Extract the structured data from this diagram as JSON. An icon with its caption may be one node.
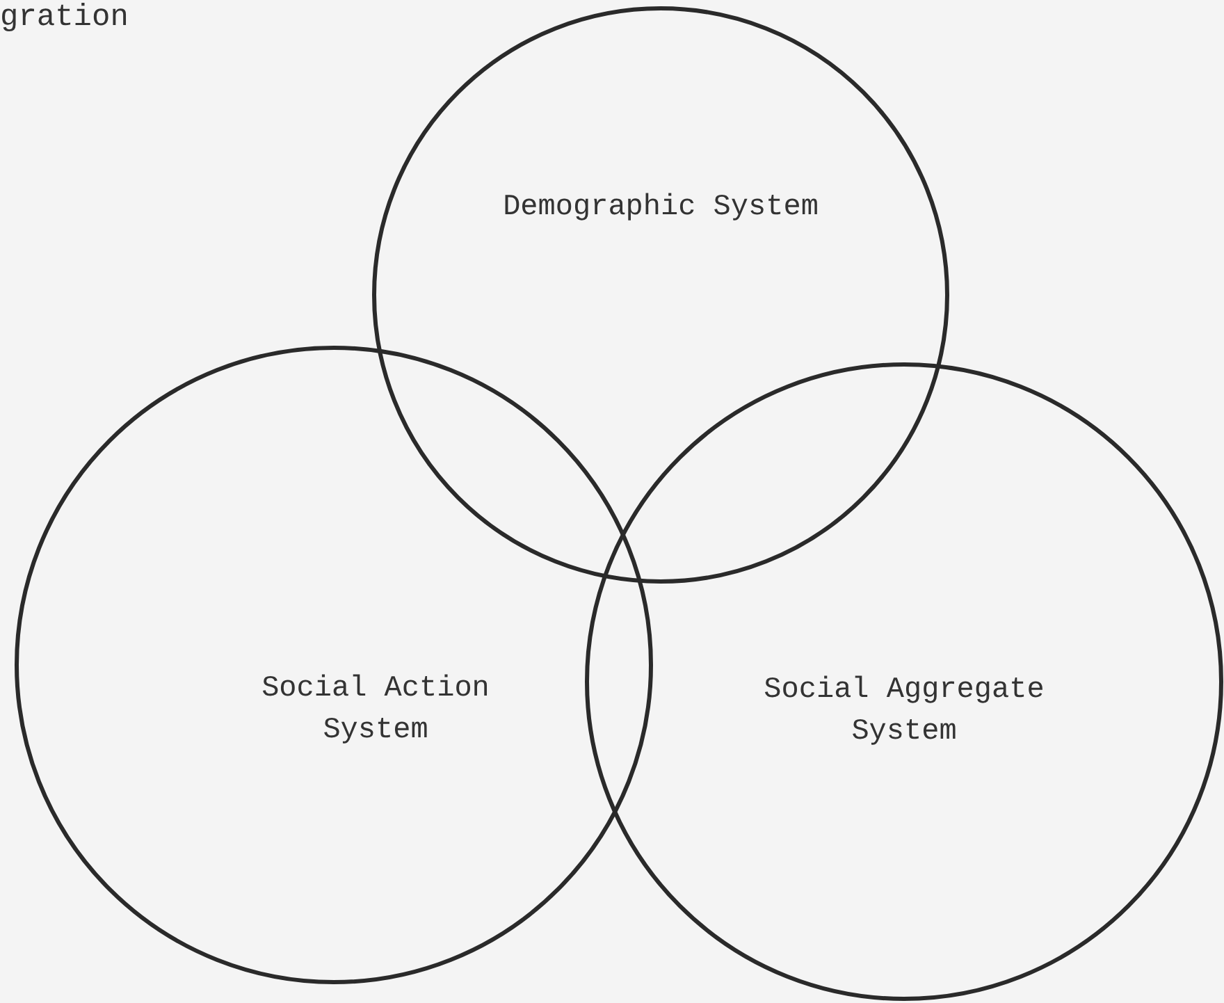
{
  "diagram": {
    "nodes": [
      {
        "text": [
          "Demographic System"
        ]
      },
      {
        "text": [
          "Social Action System"
        ]
      },
      {
        "text": [
          "Social Aggregate System"
        ]
      }
    ],
    "edges": [],
    "labels": [
      "gration"
    ]
  }
}
